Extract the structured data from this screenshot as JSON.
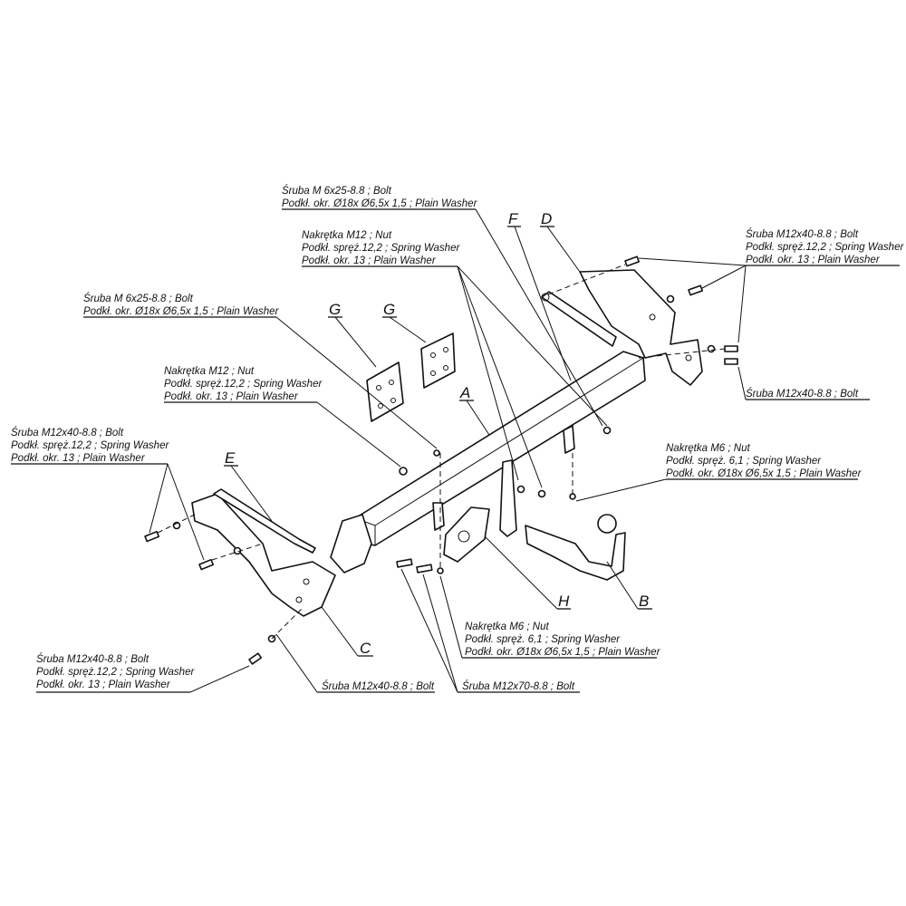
{
  "callouts": {
    "top_bolt_m6": {
      "line1": "Śruba M 6x25-8.8 ;  Bolt",
      "line2": "Podkł. okr.  Ø18x Ø6,5x 1,5 ; Plain Washer"
    },
    "top_nut_m12": {
      "line1": "Nakrętka  M12 ; Nut",
      "line2": "Podkł. spręż.12,2 ; Spring Washer",
      "line3": "Podkł. okr. 13 ; Plain Washer"
    },
    "right_bolt_m12": {
      "line1": "Śruba M12x40-8.8 ;  Bolt",
      "line2": "Podkł. spręż.12,2 ; Spring Washer",
      "line3": "Podkł. okr. 13 ; Plain Washer"
    },
    "right_bolt_single": {
      "line1": "Śruba M12x40-8.8 ;  Bolt"
    },
    "left_bolt_m6": {
      "line1": "Śruba M 6x25-8.8 ;  Bolt",
      "line2": "Podkł. okr.  Ø18x Ø6,5x 1,5 ; Plain Washer"
    },
    "left_nut_m12": {
      "line1": "Nakrętka  M12 ; Nut",
      "line2": "Podkł. spręż.12,2 ; Spring Washer",
      "line3": "Podkł. okr. 13 ; Plain Washer"
    },
    "left_bolt_m12": {
      "line1": "Śruba M12x40-8.8 ;  Bolt",
      "line2": "Podkł. spręż.12,2 ; Spring Washer",
      "line3": "Podkł. okr. 13 ; Plain Washer"
    },
    "right_nut_m6": {
      "line1": "Nakrętka  M6 ; Nut",
      "line2": "Podkł. spręż. 6,1 ; Spring Washer",
      "line3": "Podkł. okr.  Ø18x Ø6,5x 1,5 ; Plain Washer"
    },
    "bottom_nut_m6": {
      "line1": "Nakrętka  M6 ; Nut",
      "line2": "Podkł. spręż. 6,1 ; Spring Washer",
      "line3": "Podkł. okr.  Ø18x Ø6,5x 1,5 ; Plain Washer"
    },
    "bottom_bolt_m12x70": {
      "line1": "Śruba M12x70-8.8 ;  Bolt"
    },
    "bottom_bolt_m12x40": {
      "line1": "Śruba M12x40-8.8 ;  Bolt"
    },
    "bottom_left_bolt_m12": {
      "line1": "Śruba M12x40-8.8 ;  Bolt",
      "line2": "Podkł. spręż.12,2 ; Spring Washer",
      "line3": "Podkł. okr. 13 ; Plain Washer"
    }
  },
  "part_letters": {
    "A": "A",
    "B": "B",
    "C": "C",
    "D": "D",
    "E": "E",
    "F": "F",
    "G1": "G",
    "G2": "G",
    "H": "H"
  }
}
